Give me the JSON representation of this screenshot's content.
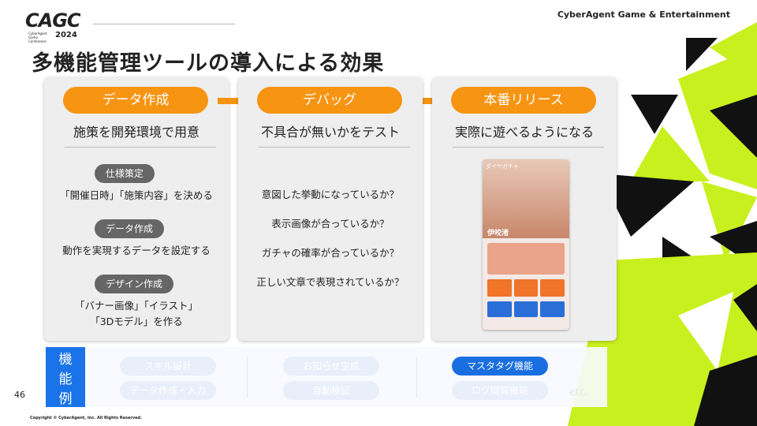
{
  "header": {
    "logo": "CAGC",
    "logo_sub": "CyberAgent Game Conference",
    "logo_year": "2024",
    "company": "CyberAgent Game & Entertainment"
  },
  "title": "多機能管理ツールの導入による効果",
  "steps": [
    {
      "label": "データ作成",
      "subtitle": "施策を開発環境で用意",
      "tags": [
        {
          "tag": "仕様策定",
          "text": "「開催日時」「施策内容」を決める"
        },
        {
          "tag": "データ作成",
          "text": "動作を実現するデータを設定する"
        },
        {
          "tag": "デザイン作成",
          "text": "「バナー画像」「イラスト」",
          "text2": "「3Dモデル」を作る"
        }
      ]
    },
    {
      "label": "デバッグ",
      "subtitle": "不具合が無いかをテスト",
      "checks": [
        "意図した挙動になっているか？",
        "表示画像が合っているか？",
        "ガチャの確率が合っているか？",
        "正しい文章で表現されているか？"
      ]
    },
    {
      "label": "本番リリース",
      "subtitle": "実際に遊べるようになる",
      "phone": {
        "banner": "ダイヤガチャ",
        "name": "伊咬渚"
      }
    }
  ],
  "features": {
    "label": "機能例",
    "items": [
      [
        "スキル設計",
        "データ作成・入力"
      ],
      [
        "お知らせ生成",
        "自動検証"
      ],
      [
        "マスタタグ機能",
        "ログ閲覧機能"
      ]
    ],
    "active": "マスタタグ機能",
    "etc": "etc."
  },
  "page_number": "46",
  "copyright": "Copyright © CyberAgent, Inc. All Rights Reserved.",
  "colors": {
    "orange": "#f79412",
    "blue": "#1a73e8",
    "lime": "#c8f01e"
  }
}
